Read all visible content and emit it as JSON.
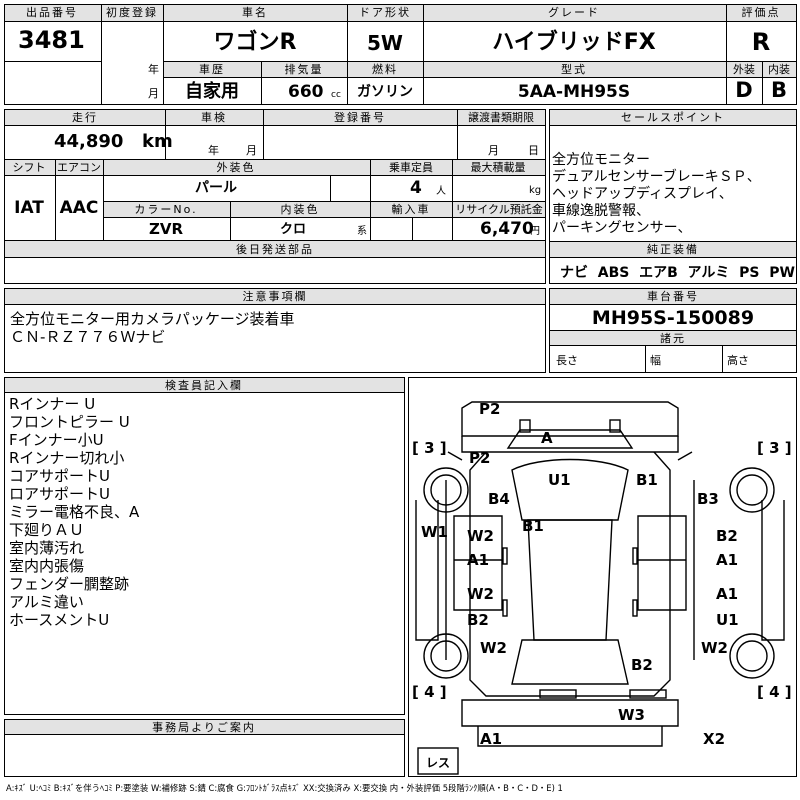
{
  "vehicle": {
    "lot_label": "出品番号",
    "lot": "3481",
    "first_reg_label": "初度登録",
    "year_unit": "年",
    "month_unit": "月",
    "name_label": "車名",
    "name": "ワゴンR",
    "door_label": "ドア形状",
    "door": "5W",
    "grade_label": "グレード",
    "grade": "ハイブリッドFX",
    "rating_label": "評価点",
    "rating": "R",
    "history_label": "車歴",
    "history": "自家用",
    "displacement_label": "排気量",
    "displacement": "660",
    "displacement_unit": "cc",
    "fuel_label": "燃料",
    "fuel": "ガソリン",
    "model_label": "型式",
    "model": "5AA-MH95S",
    "exterior_label": "外装",
    "exterior_grade": "D",
    "interior_label": "内装",
    "interior_grade": "B"
  },
  "row2": {
    "mileage_label": "走行",
    "mileage": "44,890",
    "mileage_unit": "km",
    "inspection_label": "車検",
    "year_unit": "年",
    "month_unit": "月",
    "reg_no_label": "登録番号",
    "transfer_label": "譲渡書類期限",
    "month_unit2": "月",
    "day_unit": "日"
  },
  "row3": {
    "shift_label": "シフト",
    "shift": "IAT",
    "ac_label": "エアコン",
    "ac": "AAC",
    "color_label": "外装色",
    "color": "パール",
    "capacity_label": "乗車定員",
    "capacity": "4",
    "capacity_unit": "人",
    "load_label": "最大積載量",
    "load_unit": "kg",
    "color_no_label": "カラーNo.",
    "color_no": "ZVR",
    "int_color_label": "内装色",
    "int_color": "クロ",
    "int_color_unit": "系",
    "import_label": "輸入車",
    "recycle_label": "リサイクル預託金",
    "recycle": "6,470",
    "recycle_unit": "円"
  },
  "followup_label": "後日発送部品",
  "sales": {
    "label": "セールスポイント",
    "lines": [
      "全方位モニター",
      "デュアルセンサーブレーキＳＰ、",
      "ヘッドアップディスプレイ、",
      "車線逸脱警報、",
      "パーキングセンサー、"
    ]
  },
  "equipment": {
    "label": "純正装備",
    "items": [
      "ナビ",
      "ABS",
      "エアB",
      "アルミ",
      "PS",
      "PW"
    ]
  },
  "notes": {
    "label": "注意事項欄",
    "lines": [
      "全方位モニター用カメラパッケージ装着車",
      "ＣＮ-ＲＺ７７６Ｗナビ"
    ]
  },
  "chassis": {
    "label": "車台番号",
    "number": "MH95S-150089",
    "specs_label": "諸元",
    "length_label": "長さ",
    "width_label": "幅",
    "height_label": "高さ"
  },
  "inspector": {
    "label": "検査員記入欄",
    "lines": [
      "Rインナー U",
      "フロントピラー U",
      "Fインナー小U",
      "Rインナー切れ小",
      "コアサポートU",
      "ロアサポートU",
      "ミラー電格不良、A",
      "下廻りＡＵ",
      "室内薄汚れ",
      "室内内張傷",
      "フェンダー膶整跡",
      "アルミ違い",
      "ホースメントU"
    ]
  },
  "office": {
    "label": "事務局よりご案内"
  },
  "diagram_marks": {
    "p2_top": "P2",
    "a_windshield": "A",
    "p2_side": "P2",
    "u1": "U1",
    "b1_roof": "B1",
    "b4": "B4",
    "b3": "B3",
    "b1_center": "B1",
    "w1": "W1",
    "w2_lf_upper": "W2",
    "a1_lf_upper": "A1",
    "b2_rf": "B2",
    "a1_rf_upper": "A1",
    "w2_lr": "W2",
    "b2_lr": "B2",
    "a1_rr": "A1",
    "u1_rr": "U1",
    "w2_lr_wheel": "W2",
    "w2_rr_wheel": "W2",
    "b2_rear": "B2",
    "w3": "W3",
    "a1_bottom": "A1",
    "x2_bottom": "X2",
    "tire_fl": "3",
    "tire_fr": "3",
    "tire_rl": "4",
    "tire_rr": "4",
    "spare": "レス"
  },
  "legend": "A:ｷｽﾞ U:ﾍｺﾐ B:ｷｽﾞを伴うﾍｺﾐ P:要塗装 W:補修跡 S:錆 C:腐食 G:ﾌﾛﾝﾄｶﾞﾗｽ点ｷｽﾞ XX:交換済み X:要交換 内・外装評価 5段階ﾗﾝｸ順(A・B・C・D・E) 1"
}
